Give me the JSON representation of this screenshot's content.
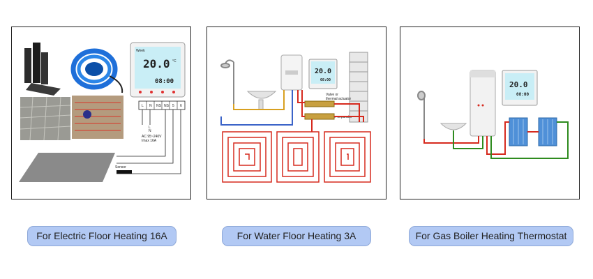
{
  "panels": [
    {
      "caption": "For Electric Floor Heating 16A",
      "terminals": [
        "L",
        "N",
        "NS",
        "NS",
        "5",
        "6"
      ],
      "display": {
        "temp": "20.0",
        "unit": "°C",
        "time": "08:00",
        "mode": "Week"
      },
      "notes": {
        "live": "L",
        "neutral": "N",
        "voltage": "AC 95~240V",
        "current": "Imax 16A",
        "sensor": "Sensor"
      }
    },
    {
      "caption": "For Water Floor Heating 3A",
      "display": {
        "temp": "20.0",
        "time": "08:00"
      },
      "labels": {
        "valve": "Valve or",
        "actuator": "thermal actuator",
        "separator": "Water separator"
      }
    },
    {
      "caption": "For Gas Boiler Heating Thermostat",
      "display": {
        "temp": "20.0",
        "time": "08:00"
      }
    }
  ],
  "colors": {
    "caption_bg": "#b2c9f4",
    "hot_pipe": "#d62a1e",
    "return_pipe": "#2e8b1e",
    "water_pipe": "#d8a020",
    "blue_pipe": "#3b63c8"
  }
}
